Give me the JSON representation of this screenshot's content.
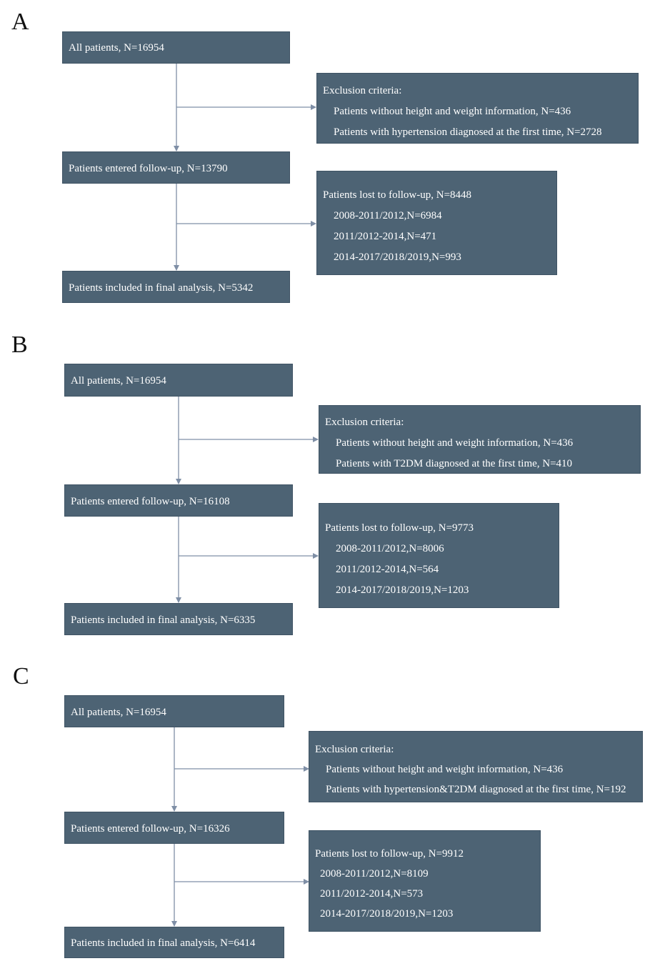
{
  "panels": [
    {
      "label": "A",
      "all_patients": "All patients, N=16954",
      "exclusion": {
        "title": "Exclusion criteria:",
        "items": [
          "Patients without height and weight information, N=436",
          "Patients with hypertension diagnosed at the first time, N=2728"
        ]
      },
      "entered": "Patients entered follow-up, N=13790",
      "lost": {
        "title": "Patients lost to follow-up, N=8448",
        "items": [
          "2008-2011/2012,N=6984",
          "2011/2012-2014,N=471",
          "2014-2017/2018/2019,N=993"
        ]
      },
      "final": "Patients included in final analysis, N=5342"
    },
    {
      "label": "B",
      "all_patients": "All patients, N=16954",
      "exclusion": {
        "title": "Exclusion criteria:",
        "items": [
          "Patients without height and weight information, N=436",
          "Patients with T2DM diagnosed at the first time, N=410"
        ]
      },
      "entered": "Patients entered follow-up, N=16108",
      "lost": {
        "title": "Patients lost to follow-up, N=9773",
        "items": [
          "2008-2011/2012,N=8006",
          "2011/2012-2014,N=564",
          "2014-2017/2018/2019,N=1203"
        ]
      },
      "final": "Patients included in final analysis, N=6335"
    },
    {
      "label": "C",
      "all_patients": "All patients, N=16954",
      "exclusion": {
        "title": "Exclusion criteria:",
        "items": [
          "Patients without height and weight information, N=436",
          "Patients with hypertension&T2DM diagnosed at the first time, N=192"
        ]
      },
      "entered": "Patients entered follow-up, N=16326",
      "lost": {
        "title": "Patients lost to follow-up, N=9912",
        "items": [
          "2008-2011/2012,N=8109",
          "2011/2012-2014,N=573",
          "2014-2017/2018/2019,N=1203"
        ]
      },
      "final": "Patients included in final analysis, N=6414"
    }
  ],
  "colors": {
    "box_fill": "#4d6374",
    "box_text": "#ffffff",
    "arrow": "#7f8fa6"
  }
}
